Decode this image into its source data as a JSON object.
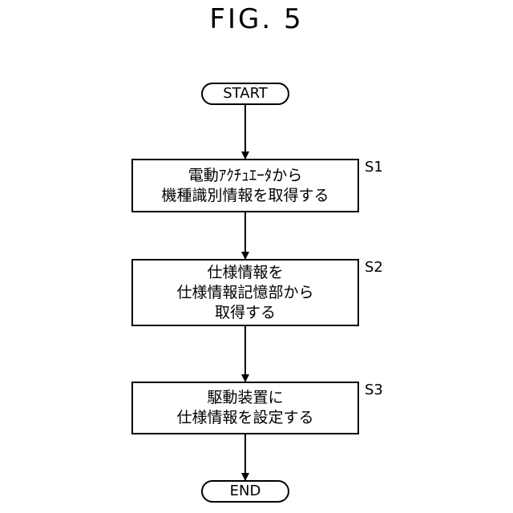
{
  "figure": {
    "title": "FIG. 5"
  },
  "start": {
    "label": "START"
  },
  "end": {
    "label": "END"
  },
  "steps": [
    {
      "id": "S1",
      "lines": [
        "電動ｱｸﾁｭｴｰﾀから",
        "機種識別情報を取得する"
      ]
    },
    {
      "id": "S2",
      "lines": [
        "仕様情報を",
        "仕様情報記憶部から",
        "取得する"
      ]
    },
    {
      "id": "S3",
      "lines": [
        "駆動装置に",
        "仕様情報を設定する"
      ]
    }
  ]
}
